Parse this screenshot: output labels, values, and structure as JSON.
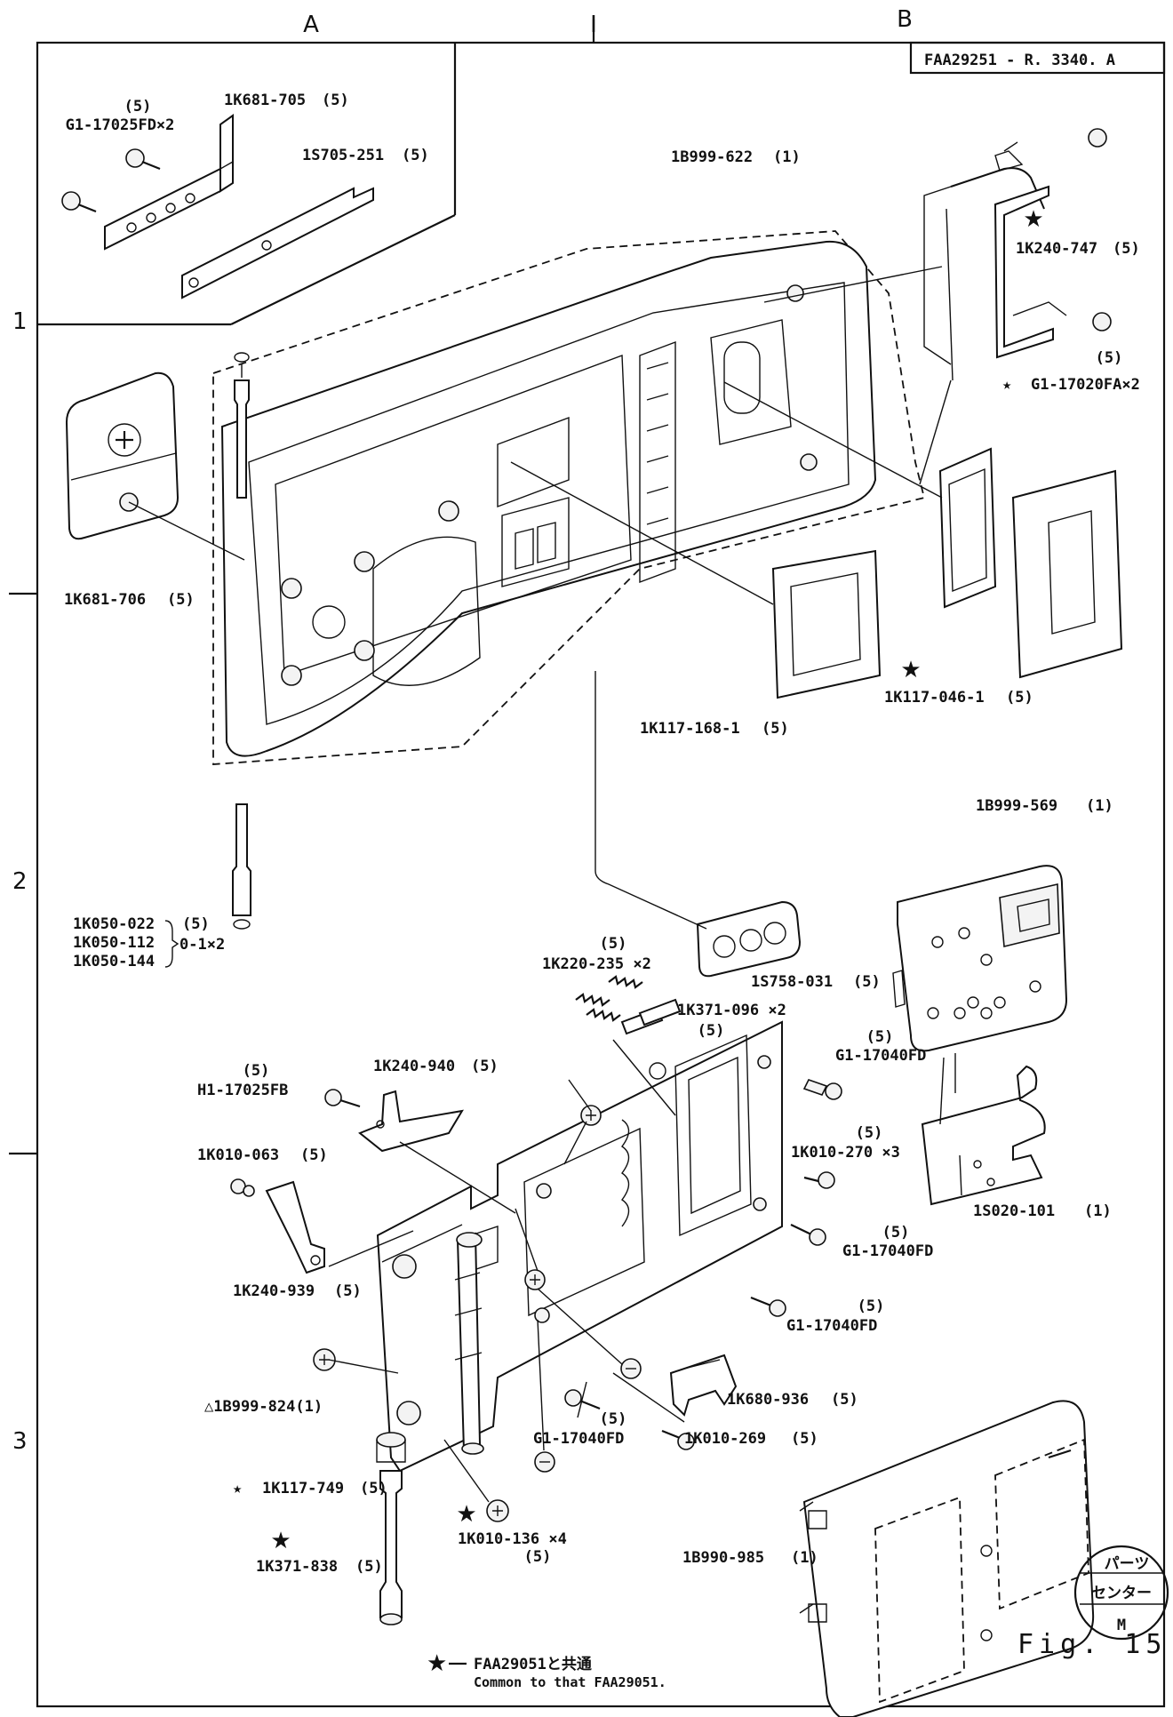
{
  "header": {
    "column_a": "A",
    "column_b": "B",
    "column_mid": "I",
    "doc_code": "FAA29251 - R. 3340. A"
  },
  "row_markers": [
    "1",
    "2",
    "3"
  ],
  "parts": {
    "p01": {
      "qty": "(5)",
      "code": "G1-17025FD×2"
    },
    "p02": {
      "code": "1K681-705",
      "qty": "(5)"
    },
    "p03": {
      "code": "1S705-251",
      "qty": "(5)"
    },
    "p04": {
      "code": "1B999-622",
      "qty": "(1)"
    },
    "p05": {
      "code": "1K240-747",
      "qty": "(5)"
    },
    "p06": {
      "qty": "(5)",
      "code": "G1-17020FA×2"
    },
    "p07": {
      "code": "1K681-706",
      "qty": "(5)"
    },
    "p08": {
      "code": "1K117-046-1",
      "qty": "(5)"
    },
    "p09": {
      "code": "1K117-168-1",
      "qty": "(5)"
    },
    "p10": {
      "code": "1B999-569",
      "qty": "(1)"
    },
    "p11": {
      "codes": [
        "1K050-022",
        "1K050-112",
        "1K050-144"
      ],
      "qty": "(5)",
      "desc": "0-1×2"
    },
    "p12": {
      "qty": "(5)",
      "code": "1K220-235 ×2"
    },
    "p13": {
      "code": "1S758-031",
      "qty": "(5)"
    },
    "p14": {
      "code": "1K371-096 ×2",
      "qty": "(5)"
    },
    "p15": {
      "qty": "(5)",
      "code": "G1-17040FD"
    },
    "p16": {
      "qty": "(5)",
      "code": "H1-17025FB"
    },
    "p17": {
      "code": "1K240-940",
      "qty": "(5)"
    },
    "p18": {
      "code": "1K010-063",
      "qty": "(5)"
    },
    "p19": {
      "qty": "(5)",
      "code": "1K010-270 ×3"
    },
    "p20": {
      "code": "1S020-101",
      "qty": "(1)"
    },
    "p21": {
      "qty": "(5)",
      "code": "G1-17040FD"
    },
    "p22": {
      "code": "1K240-939",
      "qty": "(5)"
    },
    "p23": {
      "qty": "(5)",
      "code": "G1-17040FD"
    },
    "p24": {
      "code": "△1B999-824(1)"
    },
    "p25": {
      "code": "1K680-936",
      "qty": "(5)"
    },
    "p26": {
      "qty": "(5)",
      "code": "G1-17040FD"
    },
    "p27": {
      "code": "1K010-269",
      "qty": "(5)"
    },
    "p28": {
      "code": "1K117-749",
      "qty": "(5)"
    },
    "p29": {
      "code": "1K010-136 ×4",
      "qty": "(5)"
    },
    "p30": {
      "code": "1K371-838",
      "qty": "(5)"
    },
    "p31": {
      "code": "1B990-985",
      "qty": "(1)"
    }
  },
  "footnote": {
    "line1": "FAA29051と共通",
    "line2": "Common to that FAA29051."
  },
  "figure_label": "Fig. 15",
  "stamp": {
    "line1": "パーツ",
    "line2": "センター",
    "line3": "M"
  }
}
